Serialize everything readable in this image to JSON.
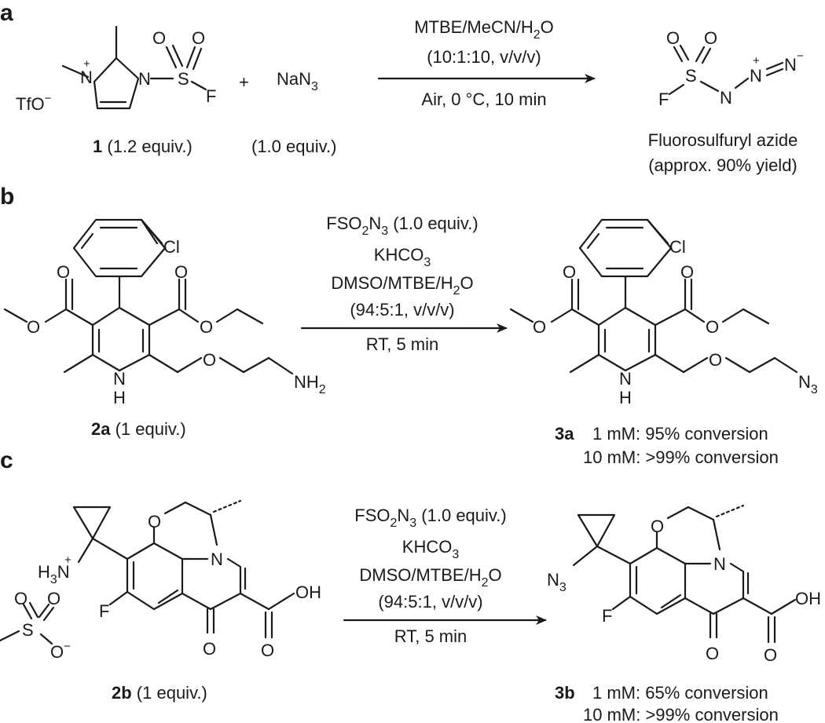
{
  "panels": {
    "a": "a",
    "b": "b",
    "c": "c"
  },
  "atoms": {
    "N": "N",
    "O": "O",
    "S": "S",
    "F": "F",
    "H": "H",
    "Cl": "Cl",
    "TfO": "TfO",
    "Na": "Na",
    "plus": "+",
    "minus": "−",
    "sub3": "3",
    "NH": "NH",
    "sub2": "2"
  },
  "panel_a": {
    "plus_sign": "+",
    "reagent1_id": "1",
    "reagent1_equiv": " (1.2 equiv.)",
    "reagent2_equiv": "(1.0 equiv.)",
    "cond_line1_pre": "MTBE/MeCN/H",
    "cond_line1_sub": "2",
    "cond_line1_post": "O",
    "cond_line2": "(10:1:10, v/v/v)",
    "cond_line3": "Air, 0 °C, 10 min",
    "product_name": "Fluorosulfuryl azide",
    "product_yield": "(approx. 90% yield)"
  },
  "panel_b": {
    "cond_line1_pre": "FSO",
    "cond_line1_sub1": "2",
    "cond_line1_mid": "N",
    "cond_line1_sub2": "3",
    "cond_line1_post": " (1.0 equiv.)",
    "cond_line2_pre": "KHCO",
    "cond_line2_sub": "3",
    "cond_line3_pre": "DMSO/MTBE/H",
    "cond_line3_sub": "2",
    "cond_line3_post": "O",
    "cond_line4": "(94:5:1, v/v/v)",
    "cond_line5": "RT, 5 min",
    "substrate_id": "2a",
    "substrate_equiv": " (1 equiv.)",
    "product_id": "3a",
    "result1": "1 mM:  95% conversion",
    "result2": "10 mM:  >99% conversion"
  },
  "panel_c": {
    "cond_line1_pre": "FSO",
    "cond_line1_sub1": "2",
    "cond_line1_mid": "N",
    "cond_line1_sub2": "3",
    "cond_line1_post": " (1.0 equiv.)",
    "cond_line2_pre": "KHCO",
    "cond_line2_sub": "3",
    "cond_line3_pre": "DMSO/MTBE/H",
    "cond_line3_sub": "2",
    "cond_line3_post": "O",
    "cond_line4": "(94:5:1, v/v/v)",
    "cond_line5": "RT, 5 min",
    "substrate_id": "2b",
    "substrate_equiv": " (1 equiv.)",
    "product_id": "3b",
    "result1": "1 mM:  65% conversion",
    "result2": "10 mM:  >99% conversion",
    "oh": "OH",
    "h3n_pre": "H",
    "h3n_sub": "3",
    "h3n_post": "N"
  }
}
